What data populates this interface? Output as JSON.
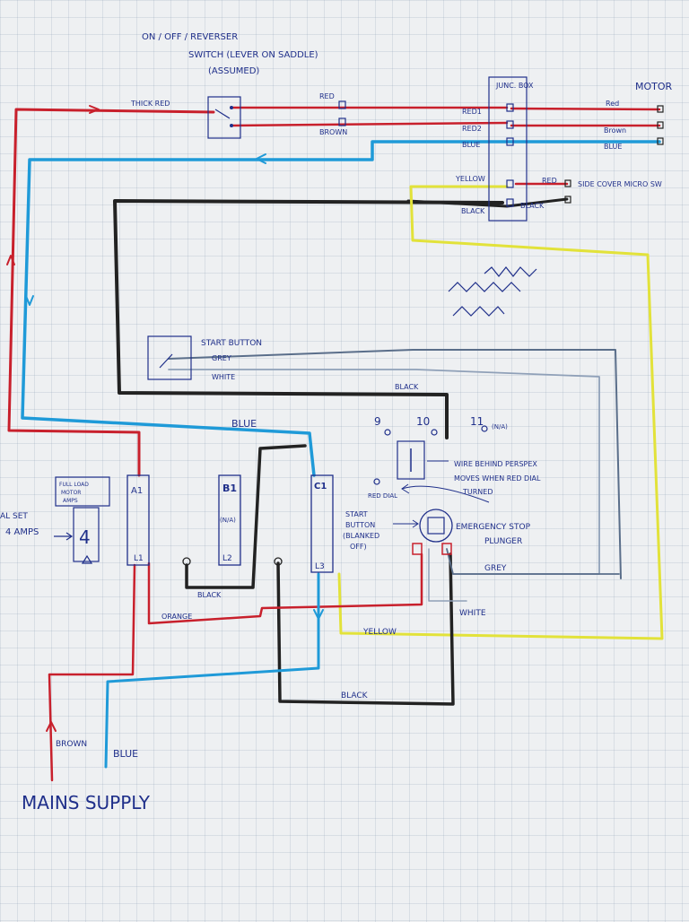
{
  "colors": {
    "ink": "#1f2f8a",
    "red": "#c8202c",
    "blue": "#1f9ad8",
    "black": "#222222",
    "yellow": "#e2e23a",
    "grey": "#7a8aa0"
  },
  "labels": {
    "switch_title_1": "ON / OFF / REVERSER",
    "switch_title_2": "SWITCH (LEVER ON SADDLE)",
    "switch_title_3": "(ASSUMED)",
    "thick_red": "THICK RED",
    "red_top": "RED",
    "brown_top": "BROWN",
    "junc_box": "JUNC. BOX",
    "red1": "RED1",
    "red2": "RED2",
    "blue_mid": "BLUE",
    "motor": "MOTOR",
    "motor_red": "Red",
    "motor_brown": "Brown",
    "motor_blue": "BLUE",
    "yellow_jb": "YELLOW",
    "red_jb": "RED",
    "side_cover": "SIDE COVER MICRO SW",
    "black_jb": "BLACK",
    "black_jb2": "BLACK",
    "start_button": "START BUTTON",
    "grey_label": "GREY",
    "white_label": "WHITE",
    "black_long": "BLACK",
    "blue_long": "BLUE",
    "term_9": "9",
    "term_10": "10",
    "term_11": "11",
    "term_11_note": "(N/A)",
    "a1": "A1",
    "l1": "L1",
    "b1": "B1",
    "na": "(N/A)",
    "l2": "L2",
    "c1": "C1",
    "l3": "L3",
    "flm_1": "FULL LOAD",
    "flm_2": "MOTOR",
    "flm_3": "AMPS",
    "flm_value": "4",
    "dial_set_1": "AL SET",
    "dial_set_2": "4 AMPS",
    "wire_behind_1": "WIRE BEHIND PERSPEX",
    "wire_behind_2": "MOVES WHEN RED DIAL",
    "wire_behind_3": "TURNED",
    "red_dial": "RED DIAL",
    "start_blanked_1": "START",
    "start_blanked_2": "BUTTON",
    "start_blanked_3": "(BLANKED",
    "start_blanked_4": "OFF)",
    "emergency_1": "EMERGENCY STOP",
    "emergency_2": "PLUNGER",
    "grey_bottom": "GREY",
    "white_bottom": "WHITE",
    "black_small": "BLACK",
    "orange": "ORANGE",
    "yellow_bottom": "YELLOW",
    "black_bottom": "BLACK",
    "brown_mains": "BROWN",
    "blue_mains": "BLUE",
    "mains_supply": "MAINS SUPPLY"
  }
}
